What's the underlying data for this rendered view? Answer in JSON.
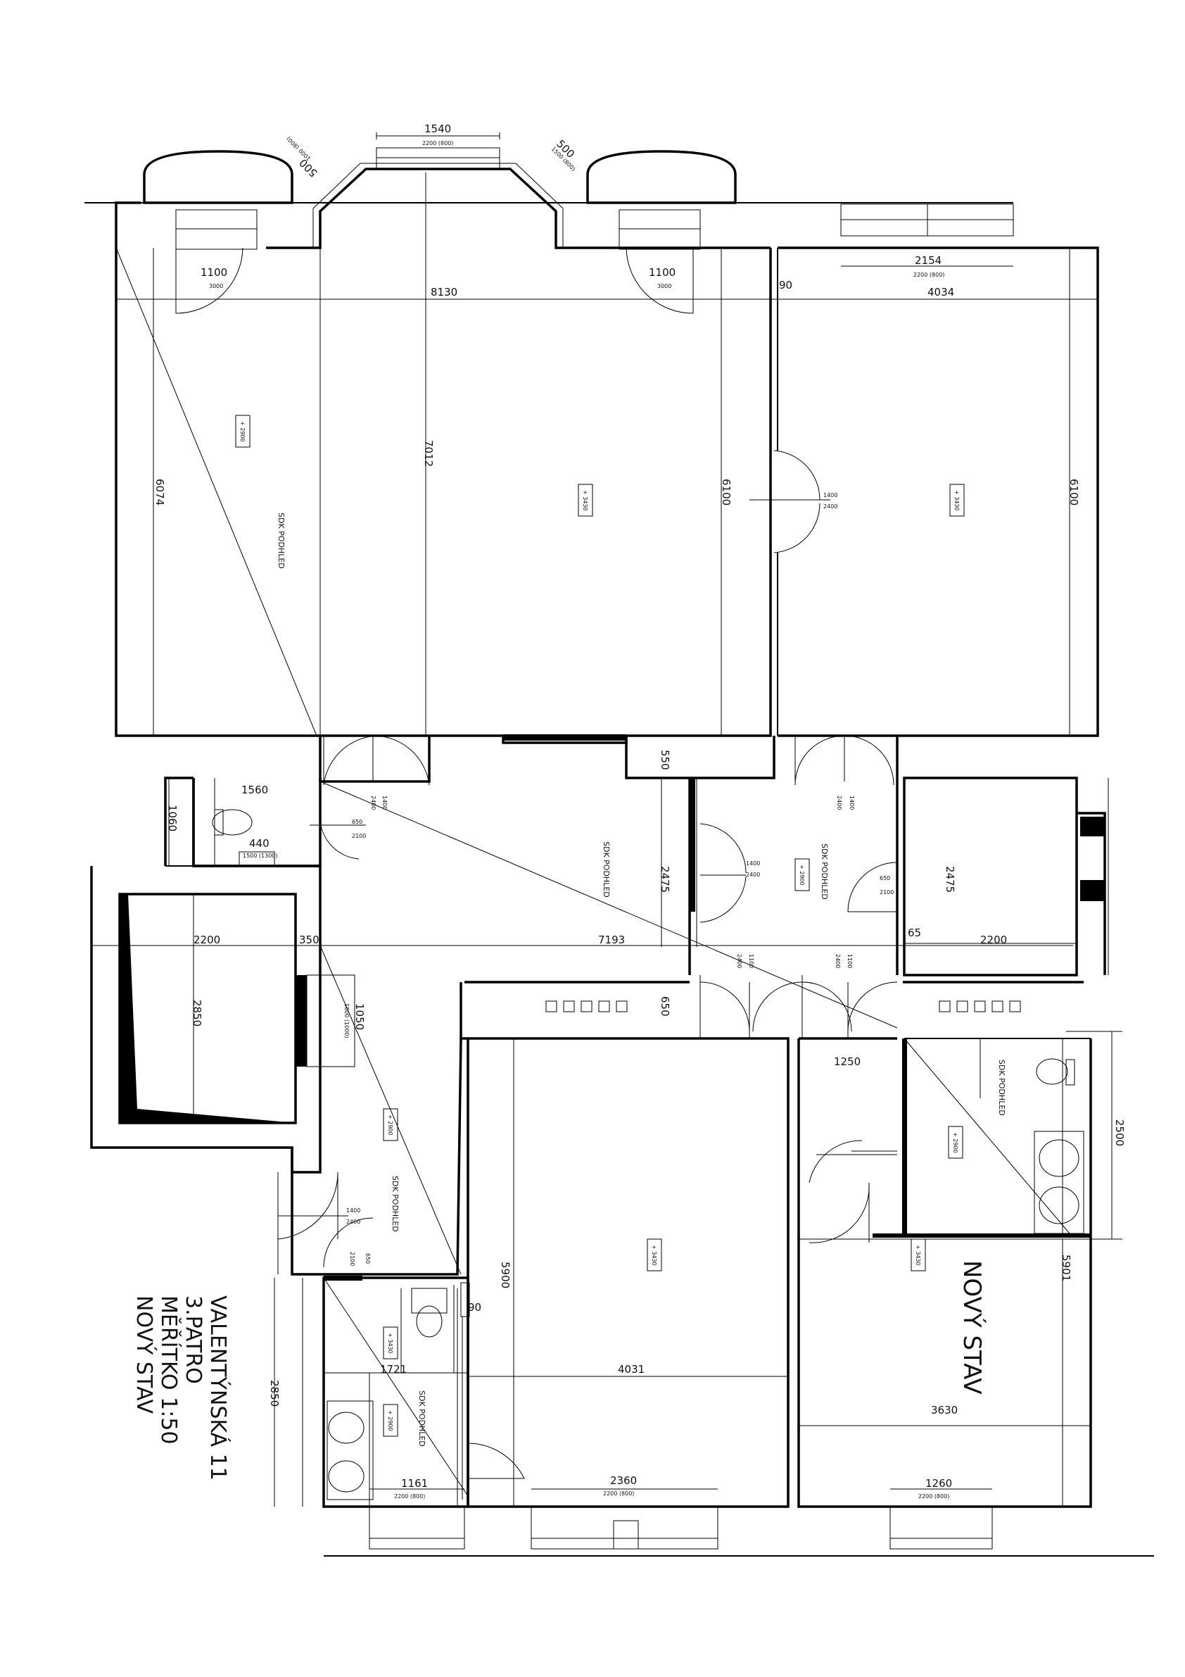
{
  "title_block": {
    "address": "VALENTÝNSKÁ 11",
    "floor": "3.PATRO",
    "scale": "MĚŘÍTKO  1:50",
    "state": "NOVÝ STAV"
  },
  "state_label": "NOVÝ STAV",
  "ceiling_labels": {
    "living": "SDK PODHLED",
    "hall": "SDK PODHLED",
    "corridor": "SDK PODHLED",
    "bath_right": "SDK PODHLED",
    "bath_left": "SDK PODHLED",
    "lower_hall": "SDK PODHLED"
  },
  "height_marks": {
    "living_left": "+ 2900",
    "living_mid": "+ 3430",
    "room_right": "+ 3430",
    "corridor": "+ 2900",
    "lower_hall": "+ 2900",
    "room_bottom": "+ 3430",
    "bath_right": "+ 2900",
    "room_bottom_right": "+ 3430",
    "bath_left_a": "+ 3430",
    "bath_left_b": "+ 2900"
  },
  "dimensions": {
    "top_window": "1540",
    "top_window_sub": "2200     (800)",
    "bay_left": "500",
    "bay_left_sub": "1000 (800)",
    "bay_right": "500",
    "bay_right_sub": "1500 (800)",
    "door_left": "1100",
    "door_left_sub": "3000",
    "door_mid": "1100",
    "door_mid_sub": "3000",
    "window_right": "2154",
    "window_right_sub": "2200     (800)",
    "width_main": "8130",
    "wall_90_top": "90",
    "width_right": "4034",
    "h_6074": "6074",
    "h_7012": "7012",
    "h_6100_a": "6100",
    "h_6100_b": "6100",
    "door_double_w": "1400",
    "door_double_h": "2400",
    "wc_w": "1560",
    "wc_h": "1060",
    "win_440": "440",
    "win_440_sub": "1500 (1300)",
    "door_650": "650",
    "door_2100": "2100",
    "d_550": "550",
    "d_2475_a": "2475",
    "d_2475_b": "2475",
    "d_1400_v": "1400",
    "d_2400_v": "2400",
    "d_1400_c": "1400",
    "d_2400_c": "2400",
    "d_650_c": "650",
    "d_2100_c": "2100",
    "d_1400_r": "1400",
    "d_2400_r": "2400",
    "w_2200_l": "2200",
    "w_350": "350",
    "w_7193": "7193",
    "w_65": "65",
    "w_2200_r": "2200",
    "h_2850_l": "2850",
    "win_1050": "1050",
    "win_1050_sub": "1800  (1000)",
    "d_650_mid": "650",
    "d_2400_a": "2400",
    "d_1100_a": "1100",
    "d_2400_b": "2400",
    "d_1100_b": "1100",
    "w_1250": "1250",
    "h_2500": "2500",
    "d_1400_l": "1400",
    "d_2400_l": "2400",
    "d_2100_l": "2100",
    "d_650_l": "650",
    "h_5900": "5900",
    "h_5901": "5901",
    "w_90_b": "90",
    "w_1721": "1721",
    "w_4031": "4031",
    "h_2850_b": "2850",
    "w_3630": "3630",
    "w_1161": "1161",
    "w_1161_sub": "2200     (800)",
    "w_2360": "2360",
    "w_2360_sub": "2200     (800)",
    "w_1260": "1260",
    "w_1260_sub": "2200     (800)"
  }
}
